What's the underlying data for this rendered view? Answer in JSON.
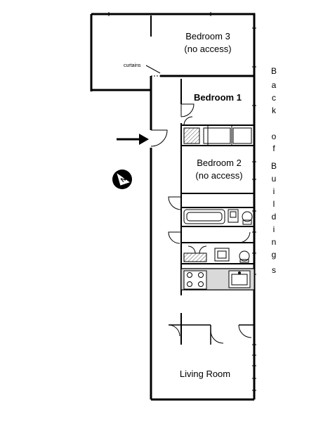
{
  "rooms": {
    "bedroom3": {
      "name": "Bedroom 3",
      "note": "(no access)"
    },
    "bedroom1": {
      "name": "Bedroom 1"
    },
    "bedroom2": {
      "name": "Bedroom 2",
      "note": "(no access)"
    },
    "living_room": {
      "name": "Living Room"
    }
  },
  "annotations": {
    "curtains": "curtains",
    "side_label_letters": [
      "B",
      "a",
      "c",
      "k",
      "o",
      "f",
      "B",
      "u",
      "i",
      "l",
      "d",
      "i",
      "n",
      "g",
      "s"
    ]
  },
  "icons": {
    "entry_arrow": "entrance-arrow-icon",
    "compass": "north-compass-icon"
  }
}
